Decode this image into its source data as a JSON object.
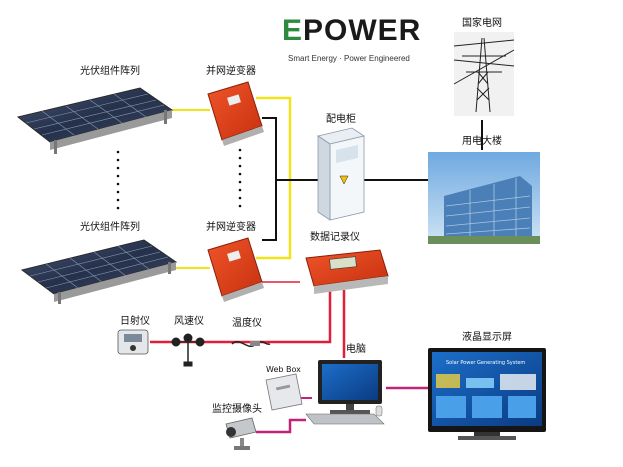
{
  "logo": {
    "word": "EPOWER",
    "tagline": "Smart Energy · Power Engineered"
  },
  "labels": {
    "pv_array_top": "光伏组件阵列",
    "inverter_top": "并网逆变器",
    "grid": "国家电网",
    "cabinet": "配电柜",
    "building": "用电大楼",
    "pv_array_bottom": "光伏组件阵列",
    "inverter_bottom": "并网逆变器",
    "logger": "数据记录仪",
    "irradiance": "日射仪",
    "anemometer": "风速仪",
    "thermometer": "温度仪",
    "computer": "电脑",
    "lcd": "液晶显示屏",
    "webbox": "Web Box",
    "camera": "监控摄像头"
  },
  "screen_text": {
    "lcd_title": "Solar Power Generating System"
  },
  "colors": {
    "dc_line": "#f2e21a",
    "ac_line": "#111111",
    "signal_line": "#e0203a",
    "video_line": "#c0237a",
    "inverter": "#e2401d",
    "logo_green": "#2e8b3e"
  }
}
